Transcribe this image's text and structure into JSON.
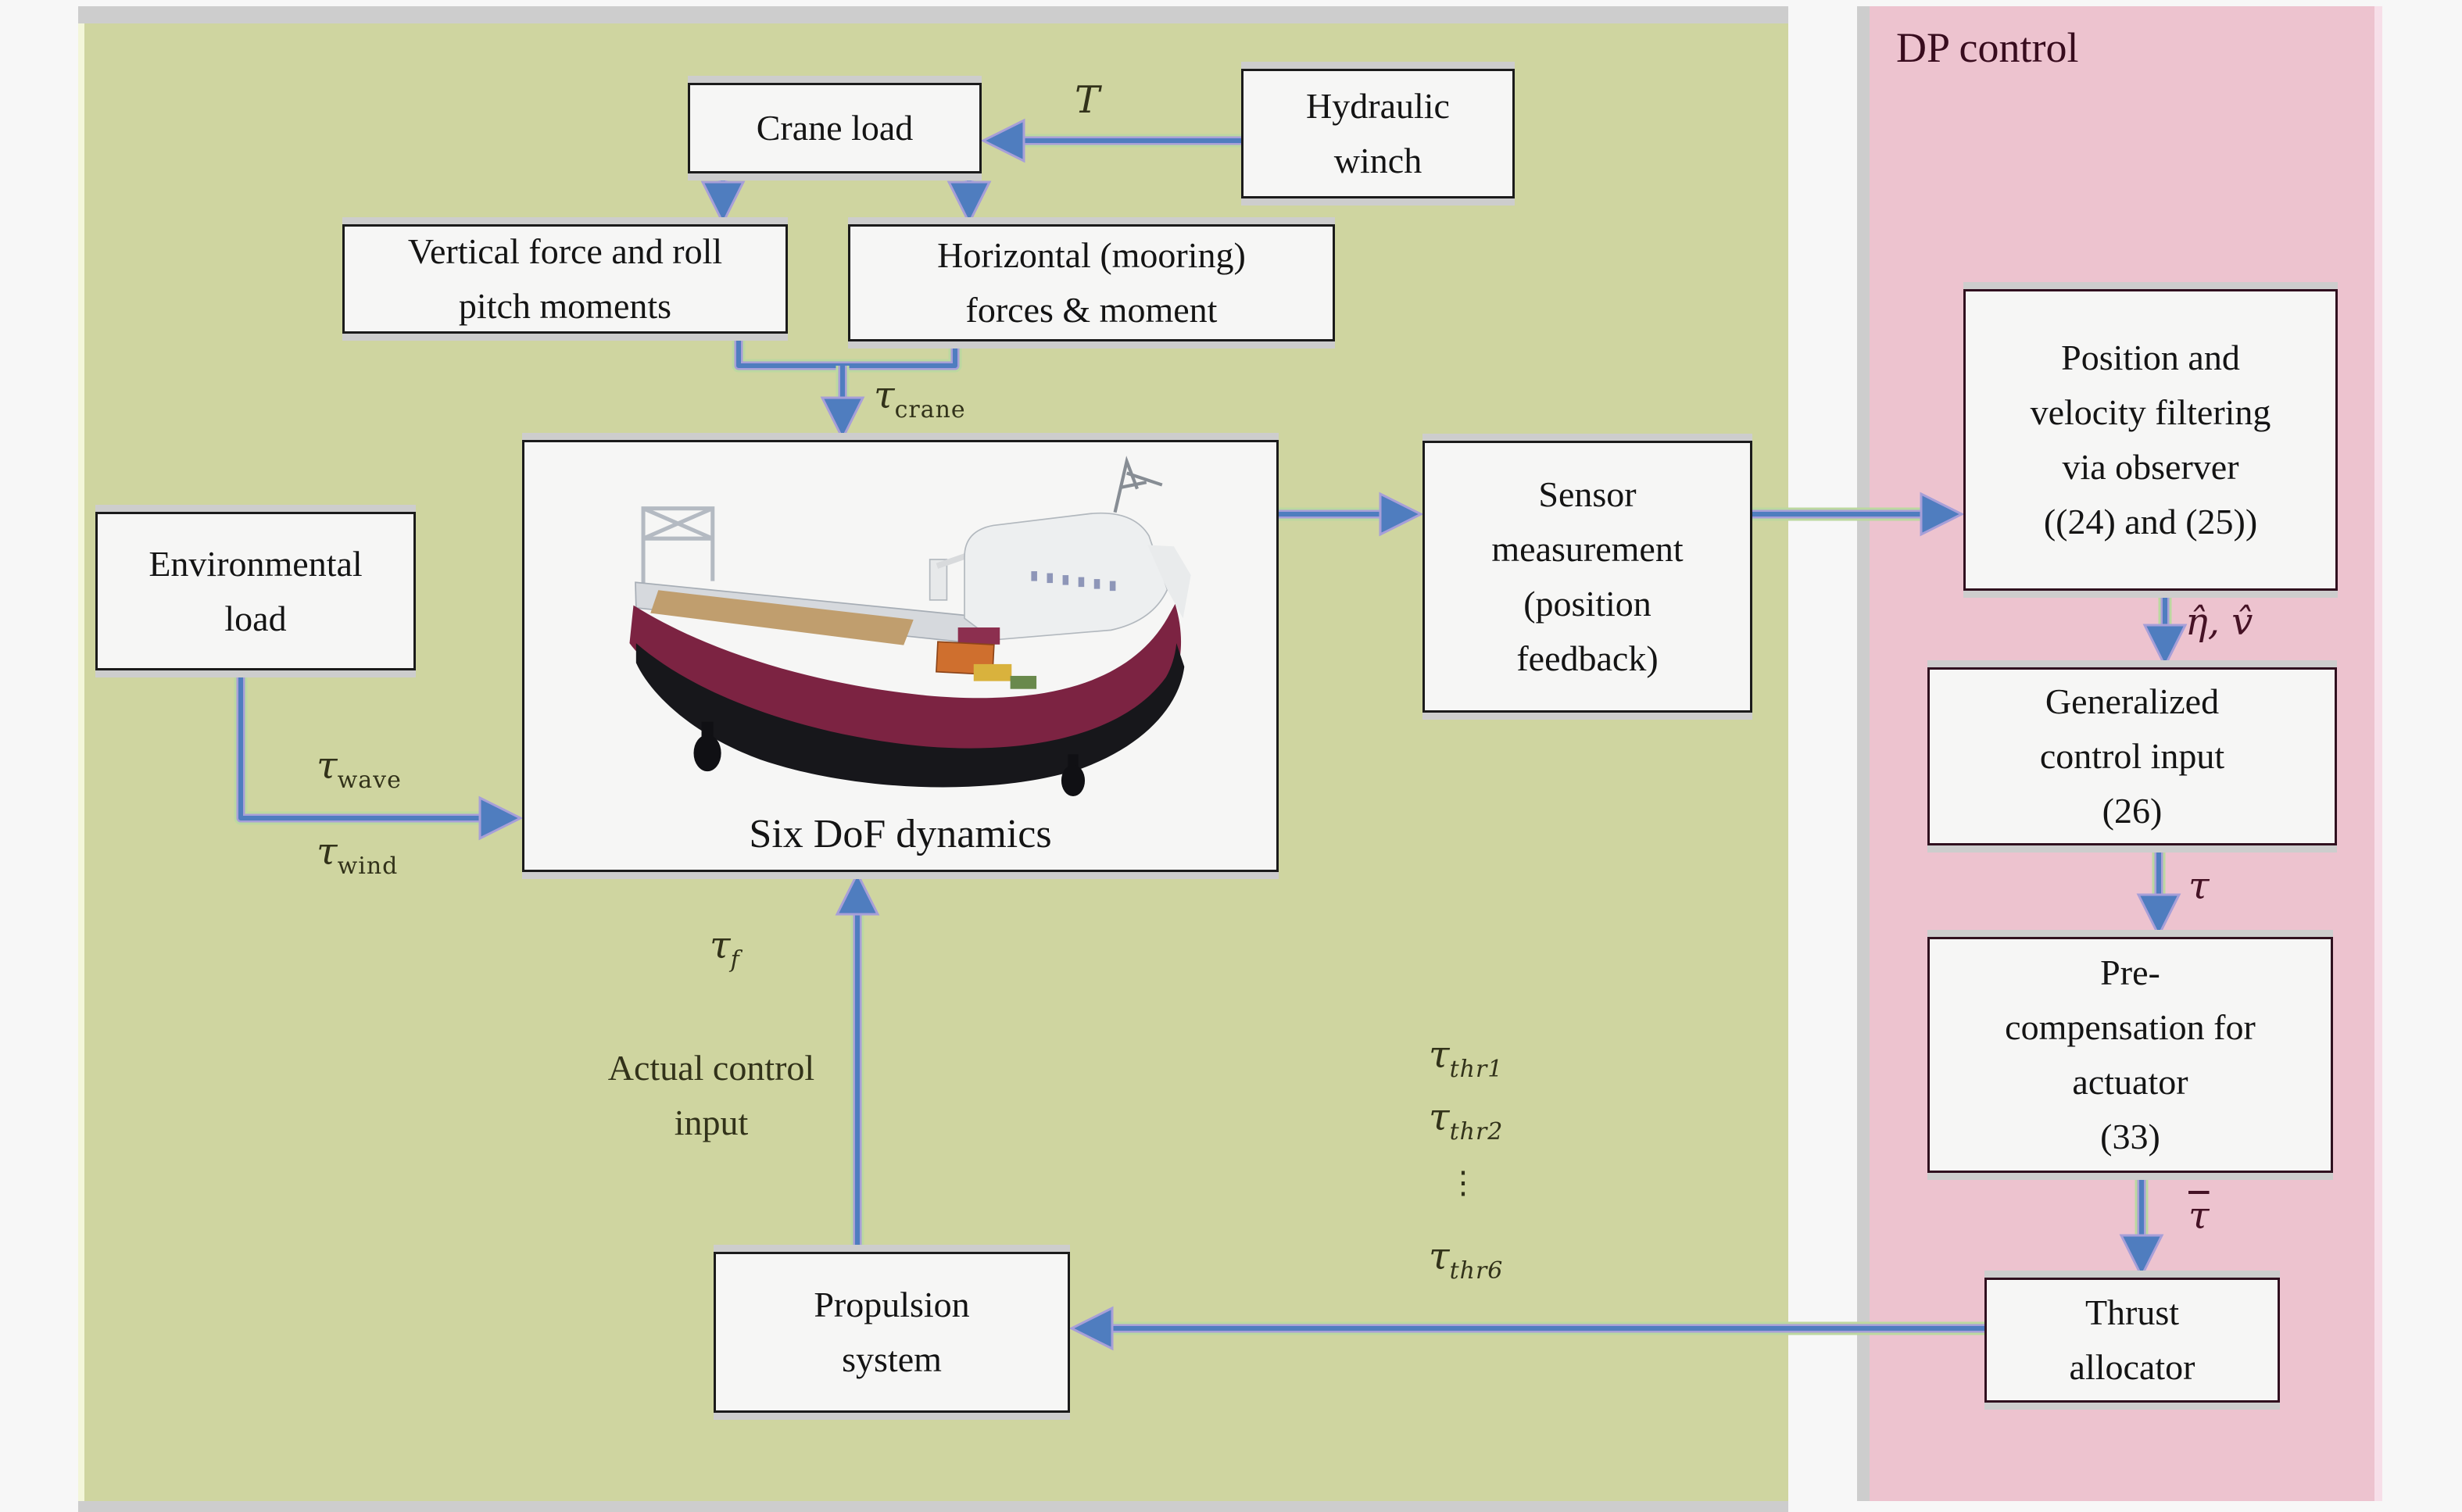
{
  "panels": {
    "dp_control_title": "DP control"
  },
  "blocks": {
    "crane_load": {
      "label": "Crane load"
    },
    "hydraulic_winch": {
      "label": "Hydraulic\nwinch"
    },
    "vertical_force": {
      "label": "Vertical force and roll\npitch moments"
    },
    "horizontal_mooring": {
      "label": "Horizontal (mooring)\nforces & moment"
    },
    "environmental_load": {
      "label": "Environmental\nload"
    },
    "six_dof": {
      "label": "Six DoF dynamics"
    },
    "sensor": {
      "label": "Sensor\nmeasurement\n(position\nfeedback)"
    },
    "position_filter": {
      "label": "Position and\nvelocity filtering\nvia observer\n((24) and (25))"
    },
    "generalized": {
      "label": "Generalized\ncontrol input\n(26)"
    },
    "precomp": {
      "label": "Pre-\ncompensation for\nactuator\n(33)"
    },
    "thrust_allocator": {
      "label": "Thrust\nallocator"
    },
    "propulsion": {
      "label": "Propulsion\nsystem"
    }
  },
  "edge_labels": {
    "T": {
      "base": "T",
      "sub": ""
    },
    "tau_crane": {
      "base": "τ",
      "sub": "crane"
    },
    "tau_wave": {
      "base": "τ",
      "sub": "wave"
    },
    "tau_wind": {
      "base": "τ",
      "sub": "wind"
    },
    "tau_f": {
      "base": "τ",
      "sub": "f"
    },
    "tau_thr1": {
      "base": "τ",
      "sub": "thr1"
    },
    "tau_thr2": {
      "base": "τ",
      "sub": "thr2"
    },
    "vdots": "⋮",
    "tau_thr6": {
      "base": "τ",
      "sub": "thr6"
    },
    "eta_nu_hat": "η̂, v̂",
    "tau": {
      "base": "τ",
      "sub": ""
    },
    "tau_bar": {
      "base": "τ"
    },
    "actual_control_input": "Actual control\ninput"
  },
  "colors": {
    "green_panel": "#cfd5a0",
    "green_panel_edge": "#f3f6da",
    "pink_panel": "#edc3cf",
    "pink_edge": "#f7dfe9",
    "gray_bar": "#cdcdcd",
    "block_bg": "#f6f6f5",
    "block_border": "#1b1b1b",
    "pink_block_border": "#30101f",
    "arrow_core": "#4f7dbf",
    "arrow_mid": "#a79fd8",
    "arrow_halo": "#bcd8a0",
    "label_green": "#32321a",
    "label_pink": "#451225",
    "dp_title": "#380c1e",
    "page_bg": "#f7f7f7",
    "ship_hull": "#7c2342",
    "ship_bottom": "#17171b",
    "ship_super": "#edeff0",
    "ship_deck": "#c09e6e"
  }
}
